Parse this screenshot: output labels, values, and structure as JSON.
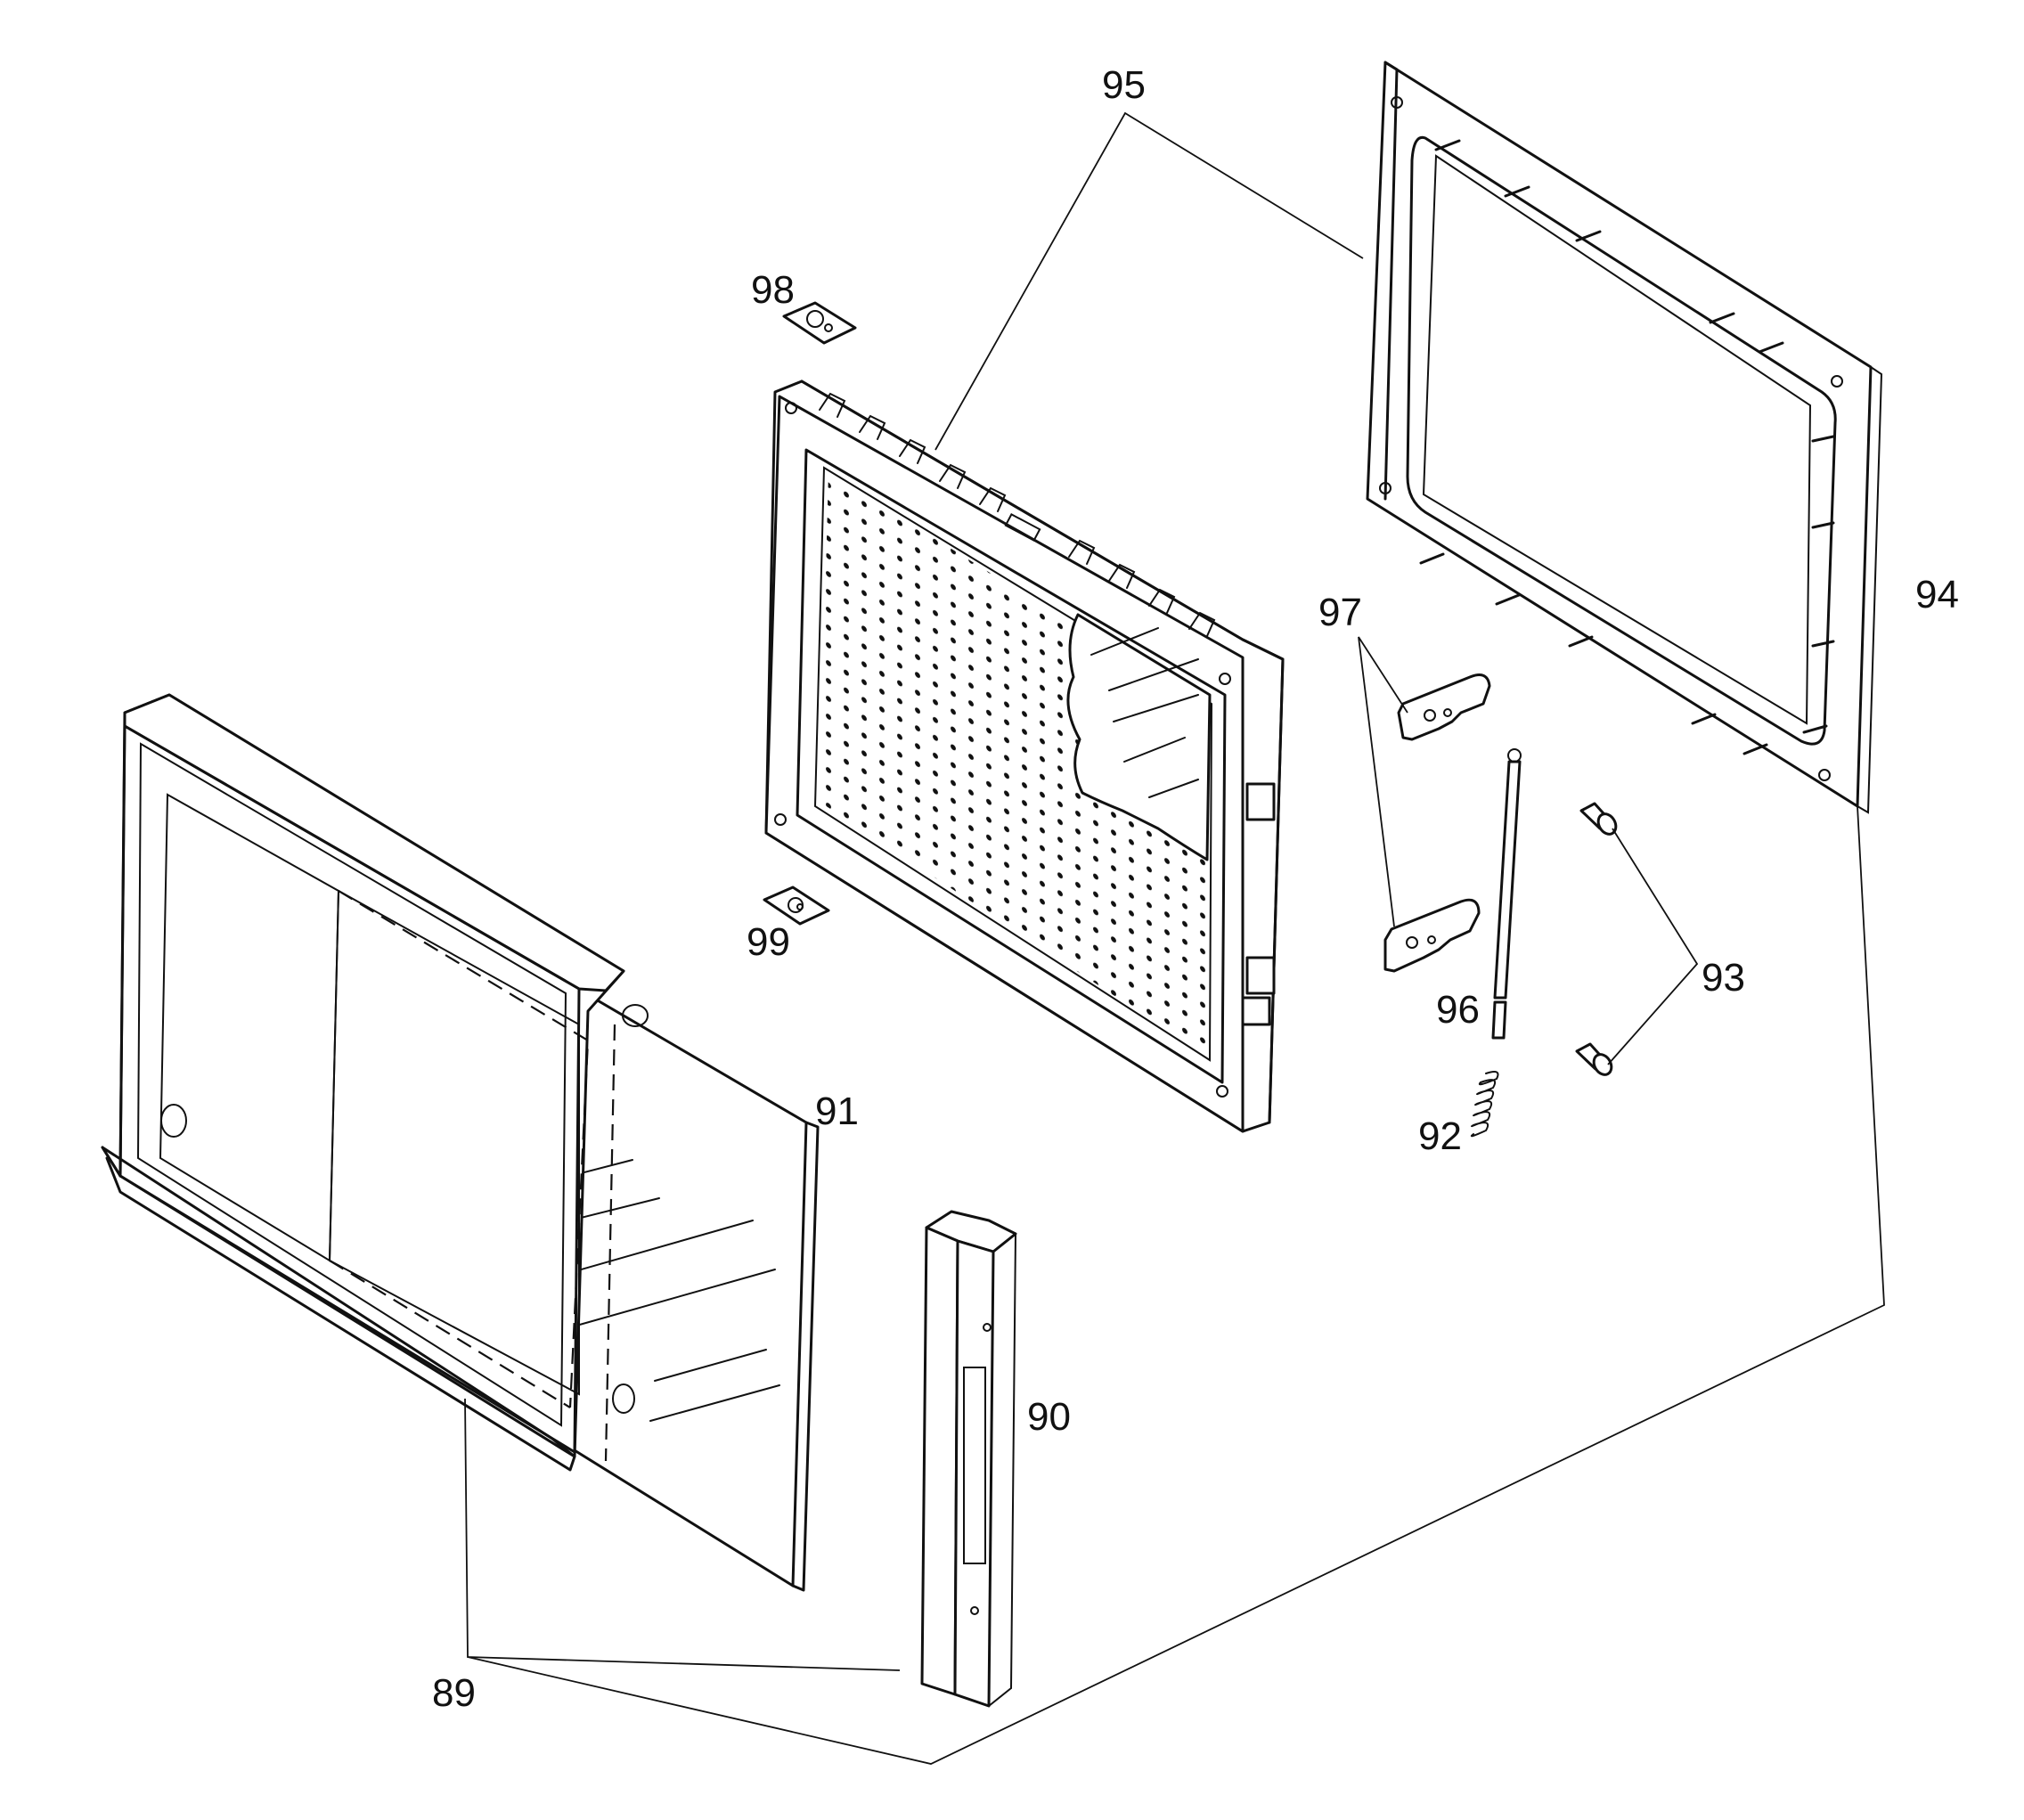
{
  "callouts": {
    "p89": "89",
    "p90": "90",
    "p91": "91",
    "p92": "92",
    "p93": "93",
    "p94": "94",
    "p95": "95",
    "p96": "96",
    "p97": "97",
    "p98": "98",
    "p99": "99"
  }
}
